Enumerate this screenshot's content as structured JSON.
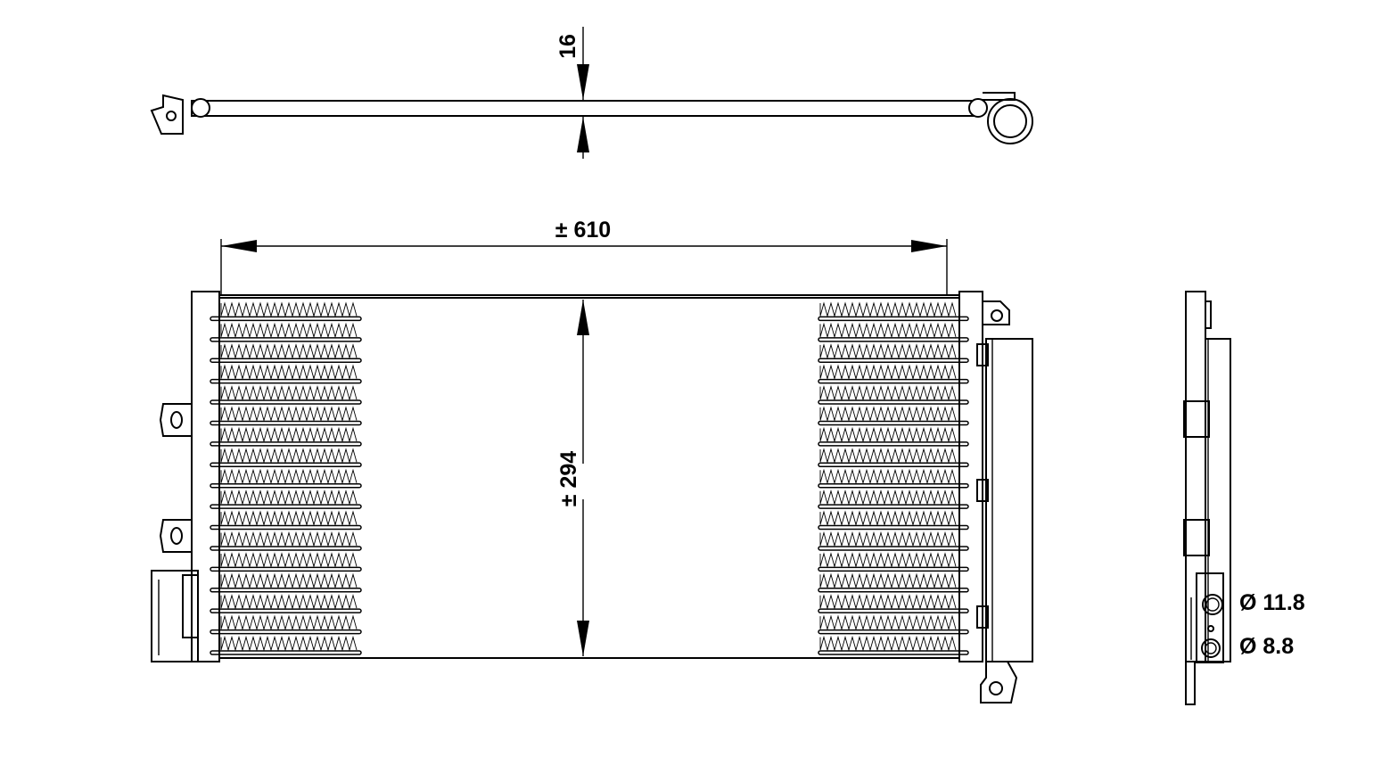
{
  "dimensions": {
    "thickness": "16",
    "width": "± 610",
    "height": "± 294",
    "port_large": "Ø 11.8",
    "port_small": "Ø 8.8"
  },
  "colors": {
    "line": "#000000",
    "background": "#ffffff"
  },
  "fin_rows": 17
}
